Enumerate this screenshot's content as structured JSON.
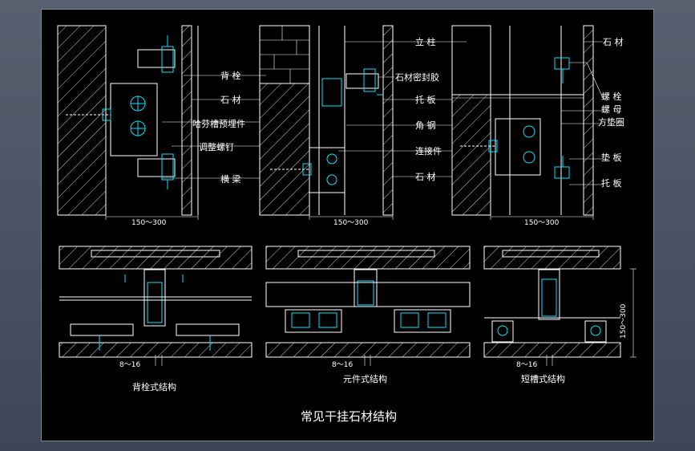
{
  "colors": {
    "background": "#4a5465",
    "sheet": "#000000",
    "line": "#ffffff",
    "accent_cyan": "#00e5ff",
    "accent_red": "#ff3030"
  },
  "drawing": {
    "title": "常见干挂石材结构",
    "elevation_1": {
      "labels": [
        "背 栓",
        "石 材",
        "哈芬槽预埋件",
        "调整螺钉",
        "横 梁"
      ],
      "dimension": "150～300"
    },
    "elevation_2": {
      "labels": [
        "立 柱",
        "石材密封胶",
        "托 板",
        "角 钢",
        "连接件",
        "石 材"
      ],
      "dimension": "150～300"
    },
    "elevation_3": {
      "labels": [
        "石 材",
        "螺 栓",
        "螺 母",
        "方垫圈",
        "垫 板",
        "托 板"
      ],
      "dimension": "150～300"
    },
    "plan_1": {
      "caption": "背栓式结构",
      "dimension": "8～16"
    },
    "plan_2": {
      "caption": "元件式结构",
      "dimension": "8～16"
    },
    "plan_3": {
      "caption": "短槽式结构",
      "dimension": "8～16",
      "side_dimension": "150～300"
    }
  }
}
